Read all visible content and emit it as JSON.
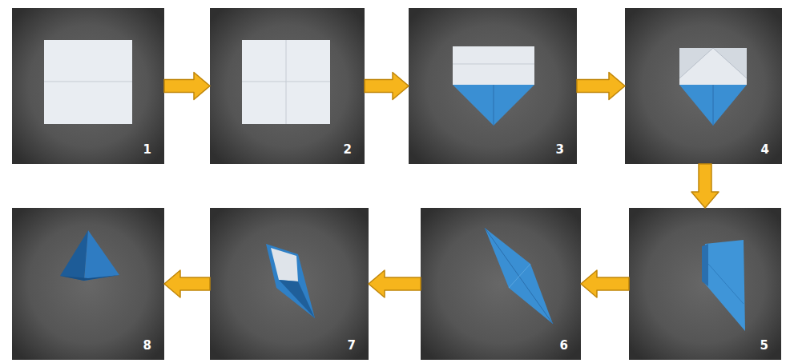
{
  "diagram": {
    "nodes": [
      {
        "text": [
          "1"
        ]
      },
      {
        "text": [
          "2"
        ]
      },
      {
        "text": [
          "3"
        ]
      },
      {
        "text": [
          "4"
        ]
      },
      {
        "text": [
          "5"
        ]
      },
      {
        "text": [
          "6"
        ]
      },
      {
        "text": [
          "7"
        ]
      },
      {
        "text": [
          "8"
        ]
      }
    ],
    "edges": [
      {
        "from": 0,
        "to": 1,
        "arrow": "to"
      },
      {
        "from": 1,
        "to": 2,
        "arrow": "to"
      },
      {
        "from": 2,
        "to": 3,
        "arrow": "to"
      },
      {
        "from": 3,
        "to": 4,
        "arrow": "to"
      },
      {
        "from": 4,
        "to": 5,
        "arrow": "to"
      },
      {
        "from": 5,
        "to": 6,
        "arrow": "to"
      },
      {
        "from": 6,
        "to": 7,
        "arrow": "to"
      }
    ]
  }
}
